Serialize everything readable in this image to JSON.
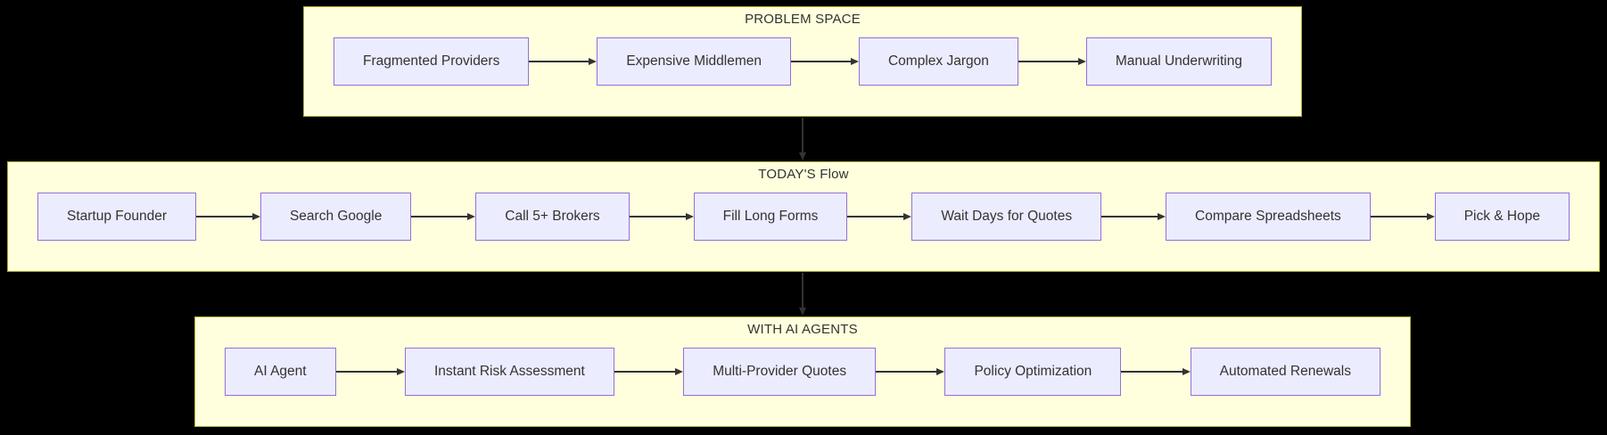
{
  "diagram": {
    "background": "#000000",
    "colors": {
      "lane_fill": "#FFFFDE",
      "lane_border": "#AAAA33",
      "node_fill": "#ECECFF",
      "node_border": "#9370DB",
      "edge": "#333333",
      "text": "#333333"
    },
    "lanes": [
      {
        "title": "PROBLEM SPACE",
        "nodes": [
          "Fragmented Providers",
          "Expensive Middlemen",
          "Complex Jargon",
          "Manual Underwriting"
        ]
      },
      {
        "title": "TODAY'S Flow",
        "nodes": [
          "Startup Founder",
          "Search Google",
          "Call 5+ Brokers",
          "Fill Long Forms",
          "Wait Days for Quotes",
          "Compare Spreadsheets",
          "Pick & Hope"
        ]
      },
      {
        "title": "WITH AI AGENTS",
        "nodes": [
          "AI Agent",
          "Instant Risk Assessment",
          "Multi-Provider Quotes",
          "Policy Optimization",
          "Automated Renewals"
        ]
      }
    ]
  }
}
